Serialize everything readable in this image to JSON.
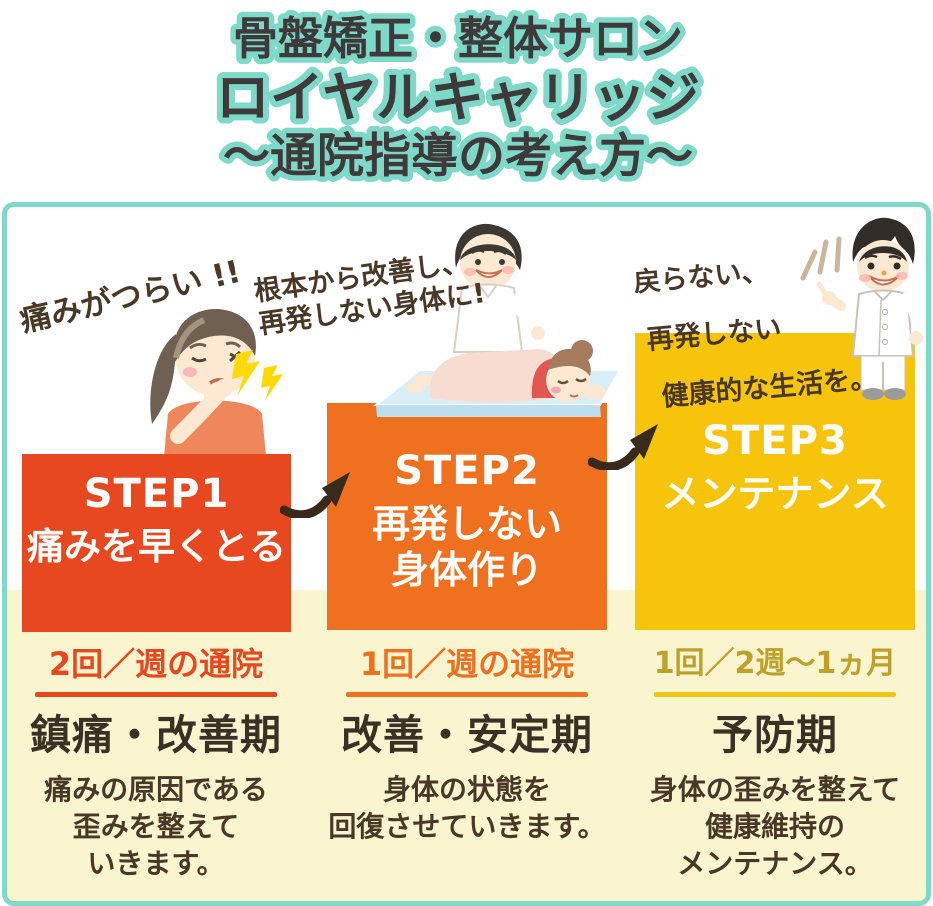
{
  "title": {
    "line1": "骨盤矯正・整体サロン",
    "line2": "ロイヤルキャリッジ",
    "line3": "～通院指導の考え方～"
  },
  "speeches": {
    "step1": "痛みがつらい !!",
    "step2": "根本から改善し、\n再発しない身体に!",
    "step3_lines": [
      "戻らない、",
      "再発しない",
      "健康的な生活を。"
    ]
  },
  "steps": [
    {
      "badge": "STEP1",
      "title": "痛みを早くとる",
      "frequency": "2回／週の通院",
      "stage": "鎮痛・改善期",
      "description": "痛みの原因である\n歪みを整えて\nいきます。"
    },
    {
      "badge": "STEP2",
      "title": "再発しない\n身体作り",
      "frequency": "1回／週の通院",
      "stage": "改善・安定期",
      "description": "身体の状態を\n回復させていきます。"
    },
    {
      "badge": "STEP3",
      "title": "メンテナンス",
      "frequency": "1回／2週～1ヵ月",
      "stage": "予防期",
      "description": "身体の歪みを整えて\n健康維持の\nメンテナンス。"
    }
  ],
  "icons": {
    "step1_to_step2": "curved-arrow",
    "step2_to_step3": "curved-arrow",
    "pain_flash": "lightning-bolt",
    "pointing_emphasis": "emphasis-lines"
  },
  "colors": {
    "mint": "#7fd9c8",
    "cream": "#faf4cf",
    "step1": "#e8481f",
    "step2": "#ef7120",
    "step3": "#f6c50b",
    "gold_dark": "#bfa02a",
    "gold_bright": "#eec611",
    "title_fill": "#3d3a39",
    "title_stroke": "#7fd9c8",
    "text_brown": "#4a3826",
    "heading_brown": "#3a3024",
    "arrow_brown": "#3a2a1c",
    "lightning_yellow": "#ffd903"
  }
}
